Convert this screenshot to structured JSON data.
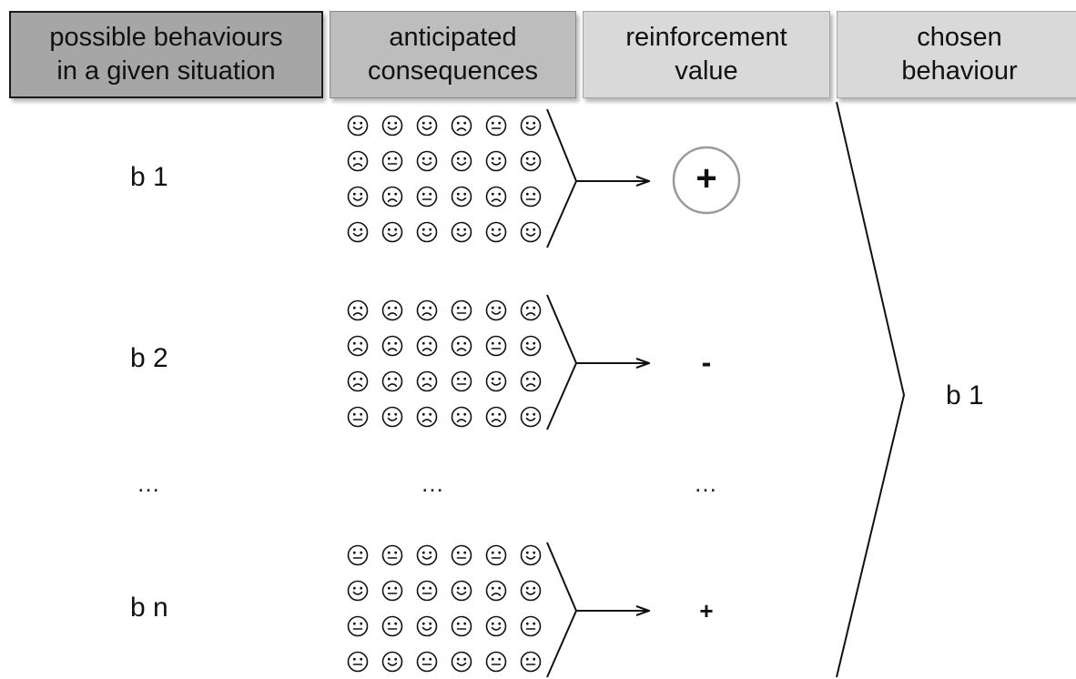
{
  "headers": {
    "behaviours": [
      "possible behaviours",
      "in a given situation"
    ],
    "consequences": [
      "anticipated",
      "consequences"
    ],
    "reinforcement": [
      "reinforcement",
      "value"
    ],
    "chosen": [
      "chosen",
      "behaviour"
    ]
  },
  "rows": [
    {
      "label": "b 1",
      "value": "+",
      "highlighted": true,
      "faces": [
        [
          "happy",
          "happy",
          "happy",
          "sad",
          "neutral",
          "happy"
        ],
        [
          "sad",
          "neutral",
          "happy",
          "happy",
          "happy",
          "happy"
        ],
        [
          "happy",
          "sad",
          "neutral",
          "happy",
          "sad",
          "neutral"
        ],
        [
          "happy",
          "happy",
          "happy",
          "happy",
          "happy",
          "happy"
        ]
      ]
    },
    {
      "label": "b 2",
      "value": "-",
      "highlighted": false,
      "faces": [
        [
          "sad",
          "sad",
          "sad",
          "neutral",
          "happy",
          "sad"
        ],
        [
          "sad",
          "sad",
          "sad",
          "sad",
          "neutral",
          "happy"
        ],
        [
          "sad",
          "sad",
          "sad",
          "neutral",
          "happy",
          "sad"
        ],
        [
          "neutral",
          "happy",
          "sad",
          "sad",
          "sad",
          "happy"
        ]
      ]
    },
    {
      "label": "b n",
      "value": "+",
      "highlighted": false,
      "faces": [
        [
          "neutral",
          "neutral",
          "happy",
          "neutral",
          "neutral",
          "happy"
        ],
        [
          "happy",
          "neutral",
          "neutral",
          "happy",
          "sad",
          "happy"
        ],
        [
          "neutral",
          "neutral",
          "happy",
          "neutral",
          "happy",
          "neutral"
        ],
        [
          "neutral",
          "happy",
          "neutral",
          "happy",
          "neutral",
          "neutral"
        ]
      ]
    }
  ],
  "ellipsis": {
    "behaviours": "…",
    "consequences": "…",
    "reinforcement": "…"
  },
  "chosen_behaviour": "b 1",
  "colors": {
    "header_dark": "#a6a6a6",
    "header_mid": "#bdbdbd",
    "header_light": "#d9d9d9",
    "circle_stroke": "#9a9a9a"
  }
}
